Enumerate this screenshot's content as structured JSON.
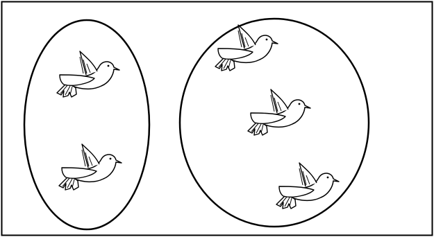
{
  "figure": {
    "groups": [
      {
        "bird_count": 2
      },
      {
        "bird_count": 3
      }
    ]
  },
  "colors": {
    "ink": "#000000",
    "bird_fill": "#ffffff",
    "background": "#ffffff"
  },
  "icons": {
    "bird": "bird-icon",
    "group": "oval"
  }
}
